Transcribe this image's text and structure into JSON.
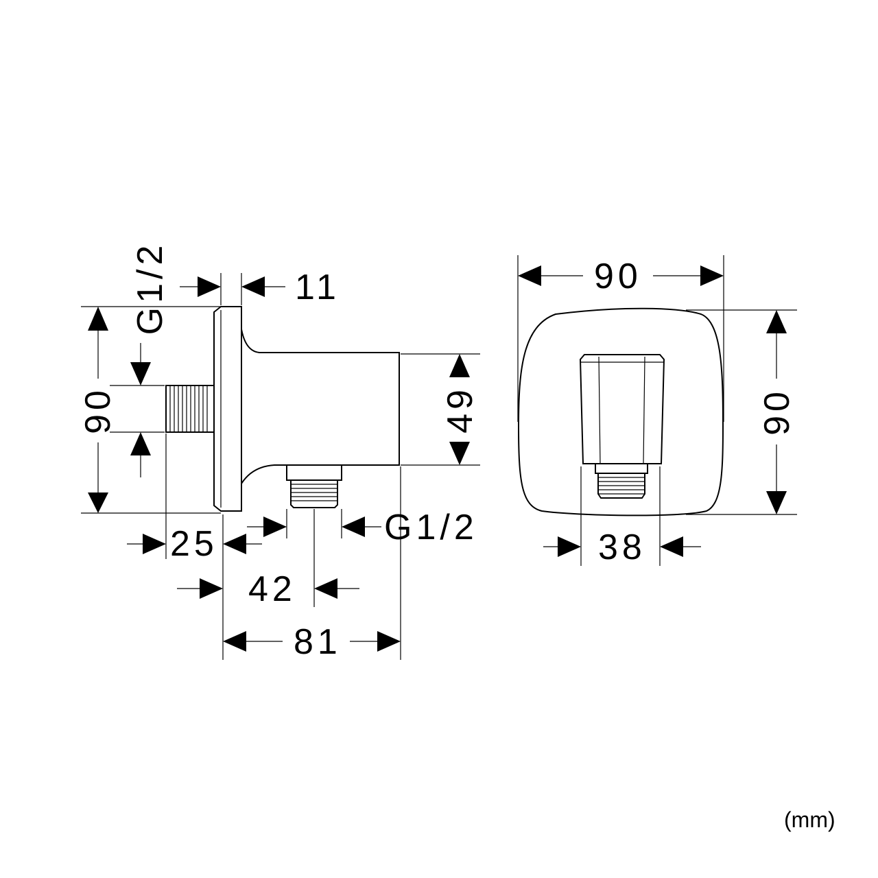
{
  "unit_label": "(mm)",
  "side_view": {
    "dim_thread_top": "G1/2",
    "dim_flange_thickness": "11",
    "dim_height": "90",
    "dim_outlet_height": "49",
    "dim_inlet_length": "25",
    "dim_outlet_offset": "42",
    "dim_depth": "81",
    "dim_thread_bottom": "G1/2"
  },
  "front_view": {
    "dim_width": "90",
    "dim_height": "90",
    "dim_body_width": "38"
  }
}
